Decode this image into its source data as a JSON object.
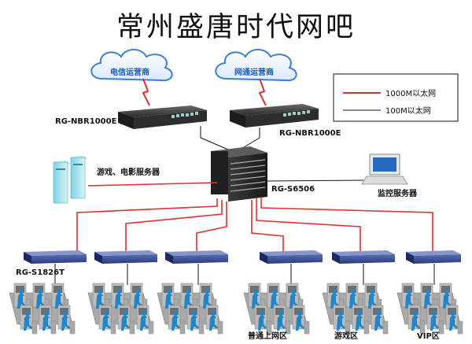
{
  "title": "常州盛唐时代网吧",
  "isps": [
    {
      "name": "电信运营商",
      "router": "RG-NBR1000E"
    },
    {
      "name": "网通运营商",
      "router": "RG-NBR1000E"
    }
  ],
  "core_switch": "RG-S6506",
  "game_server": "游戏、电影服务器",
  "monitor_server": "监控服务器",
  "access_switch": "RG-S1826T",
  "zones": [
    "普通上网区",
    "游戏区",
    "VIP区"
  ],
  "legend": {
    "gigabit": "1000M以太网",
    "fast": "100M以太网",
    "colors": {
      "gigabit": "#e03030",
      "fast": "#111111"
    }
  }
}
